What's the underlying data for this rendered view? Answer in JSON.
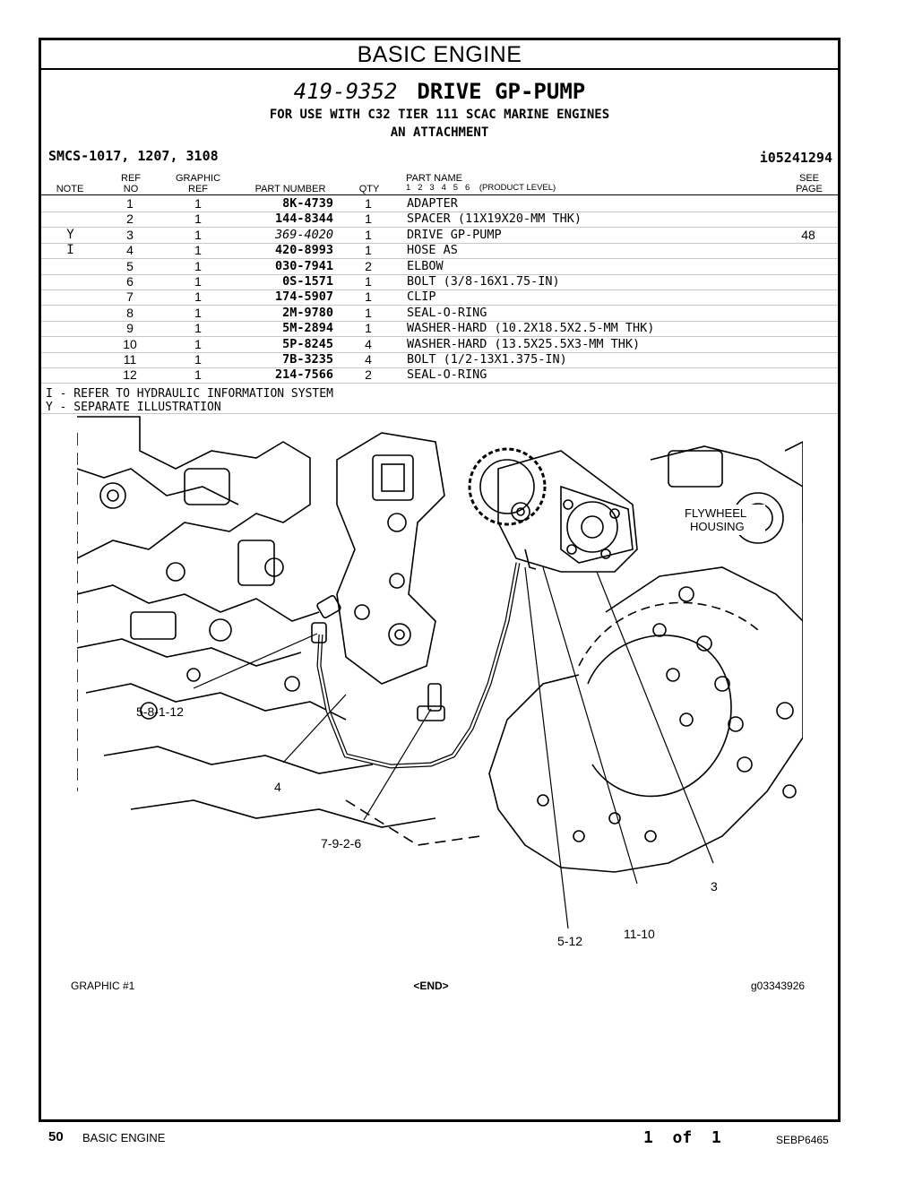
{
  "section_title": "BASIC ENGINE",
  "part_header": {
    "part_number": "419-9352",
    "part_name": "DRIVE GP-PUMP",
    "use_line_1": "FOR USE WITH C32 TIER 111 SCAC MARINE ENGINES",
    "use_line_2": "AN ATTACHMENT"
  },
  "smcs": "SMCS-1017, 1207, 3108",
  "info_ref": "i05241294",
  "columns": {
    "note": "NOTE",
    "ref_top": "REF",
    "ref_bottom": "NO",
    "graphic_top": "GRAPHIC",
    "graphic_bottom": "REF",
    "part_number": "PART NUMBER",
    "qty": "QTY",
    "part_name": "PART NAME",
    "product_level": "1   2   3   4   5   6    (PRODUCT LEVEL)",
    "see_top": "SEE",
    "see_bottom": "PAGE"
  },
  "parts": [
    {
      "note": "",
      "ref": "1",
      "gref": "1",
      "part": "8K-4739",
      "italic": false,
      "qty": "1",
      "name": "ADAPTER",
      "see": ""
    },
    {
      "note": "",
      "ref": "2",
      "gref": "1",
      "part": "144-8344",
      "italic": false,
      "qty": "1",
      "name": "SPACER (11X19X20-MM THK)",
      "see": ""
    },
    {
      "note": "Y",
      "ref": "3",
      "gref": "1",
      "part": "369-4020",
      "italic": true,
      "qty": "1",
      "name": "DRIVE GP-PUMP",
      "see": "48"
    },
    {
      "note": "I",
      "ref": "4",
      "gref": "1",
      "part": "420-8993",
      "italic": false,
      "qty": "1",
      "name": "HOSE AS",
      "see": ""
    },
    {
      "note": "",
      "ref": "5",
      "gref": "1",
      "part": "030-7941",
      "italic": false,
      "qty": "2",
      "name": "ELBOW",
      "see": ""
    },
    {
      "note": "",
      "ref": "6",
      "gref": "1",
      "part": "0S-1571",
      "italic": false,
      "qty": "1",
      "name": "BOLT (3/8-16X1.75-IN)",
      "see": ""
    },
    {
      "note": "",
      "ref": "7",
      "gref": "1",
      "part": "174-5907",
      "italic": false,
      "qty": "1",
      "name": "CLIP",
      "see": ""
    },
    {
      "note": "",
      "ref": "8",
      "gref": "1",
      "part": "2M-9780",
      "italic": false,
      "qty": "1",
      "name": "SEAL-O-RING",
      "see": ""
    },
    {
      "note": "",
      "ref": "9",
      "gref": "1",
      "part": "5M-2894",
      "italic": false,
      "qty": "1",
      "name": "WASHER-HARD (10.2X18.5X2.5-MM THK)",
      "see": ""
    },
    {
      "note": "",
      "ref": "10",
      "gref": "1",
      "part": "5P-8245",
      "italic": false,
      "qty": "4",
      "name": "WASHER-HARD (13.5X25.5X3-MM THK)",
      "see": ""
    },
    {
      "note": "",
      "ref": "11",
      "gref": "1",
      "part": "7B-3235",
      "italic": false,
      "qty": "4",
      "name": "BOLT (1/2-13X1.375-IN)",
      "see": ""
    },
    {
      "note": "",
      "ref": "12",
      "gref": "1",
      "part": "214-7566",
      "italic": false,
      "qty": "2",
      "name": "SEAL-O-RING",
      "see": ""
    }
  ],
  "notes": [
    "I - REFER TO HYDRAULIC INFORMATION SYSTEM",
    "Y - SEPARATE ILLUSTRATION"
  ],
  "illustration": {
    "callouts": [
      "5-8-1-12",
      "4",
      "7-9-2-6",
      "5-12",
      "11-10",
      "3"
    ],
    "label_line_1": "FLYWHEEL",
    "label_line_2": "HOUSING"
  },
  "graphic_footer": {
    "left": "GRAPHIC #1",
    "center": "<END>",
    "right": "g03343926"
  },
  "page_footer": {
    "page_number": "50",
    "section": "BASIC ENGINE",
    "page_of": "1  of  1",
    "doc_id": "SEBP6465"
  }
}
